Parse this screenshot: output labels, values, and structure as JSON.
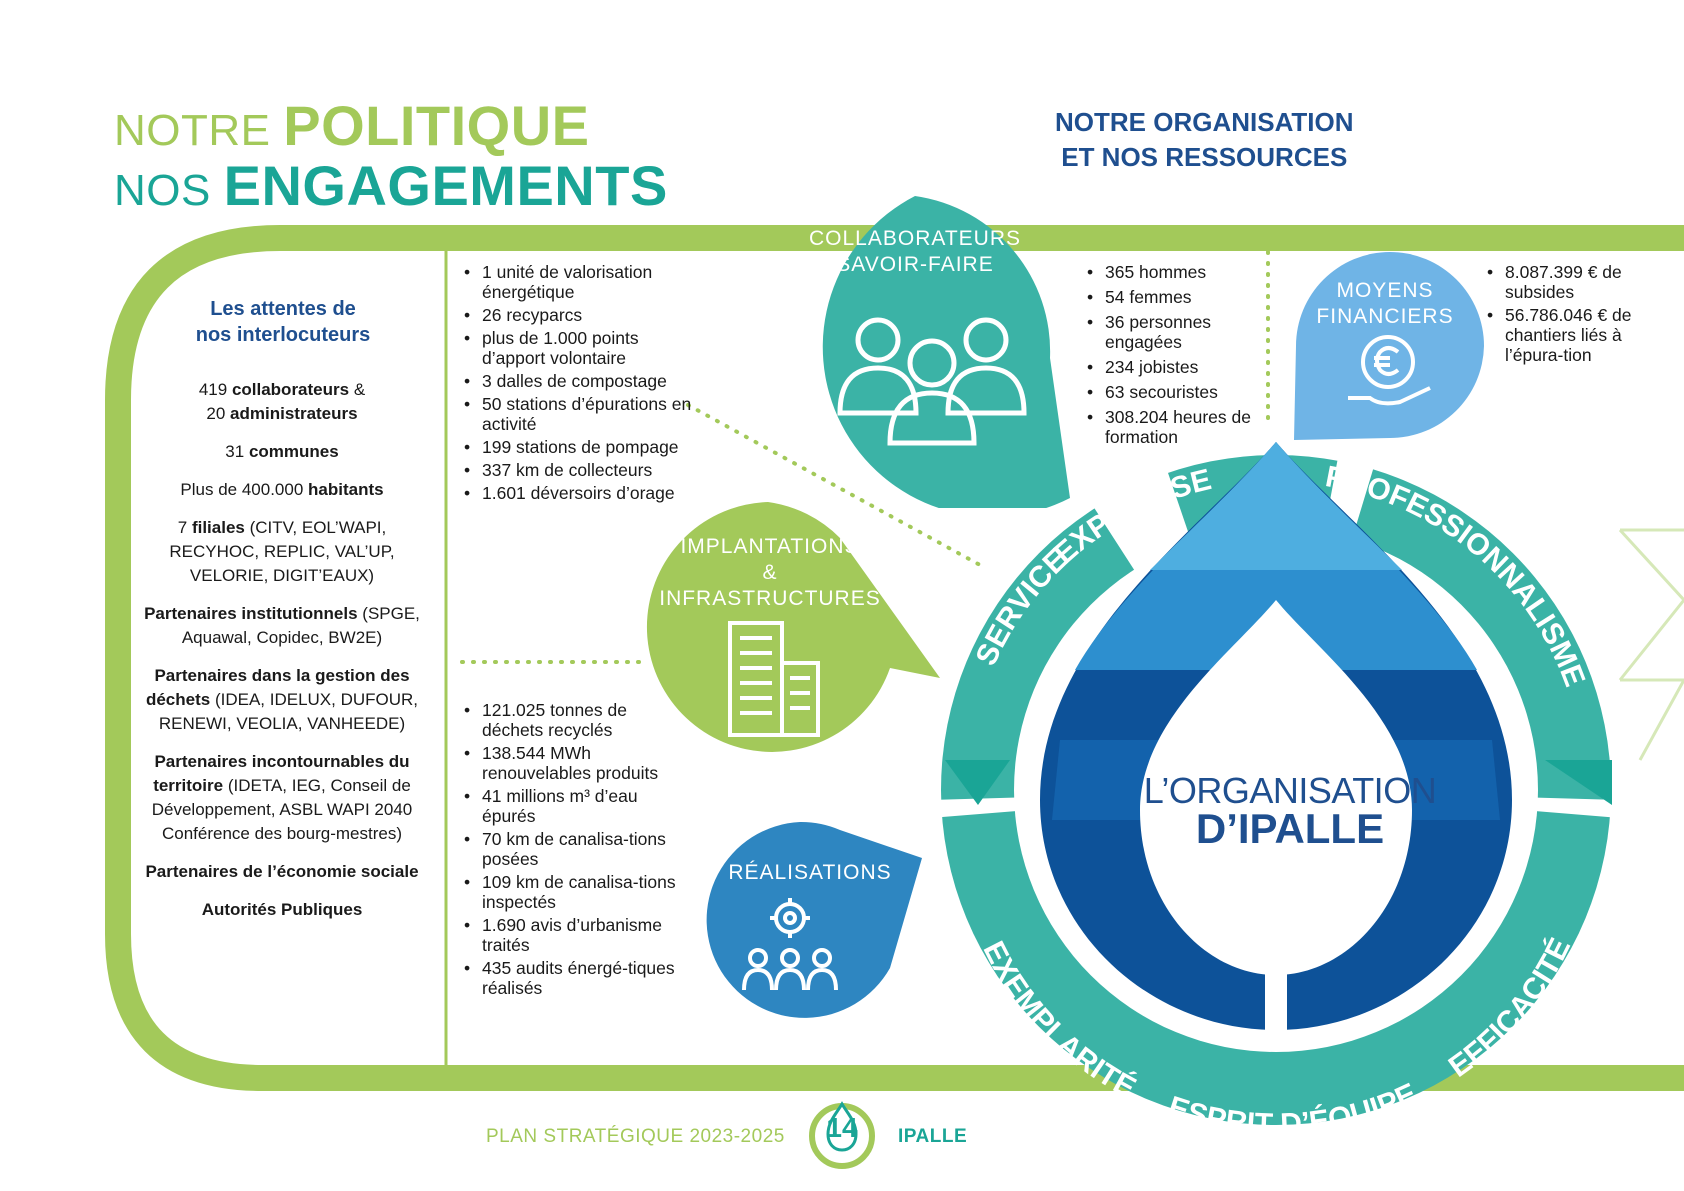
{
  "header": {
    "line1_light": "NOTRE",
    "line1_bold": "POLITIQUE",
    "line2_light": "NOS",
    "line2_bold": "ENGAGEMENTS",
    "org_line1": "NOTRE ORGANISATION",
    "org_line2": "ET NOS RESSOURCES"
  },
  "stakeholders": {
    "title_line1": "Les attentes de",
    "title_line2": "nos interlocuteurs",
    "items": [
      {
        "pre": "419 ",
        "bold": "collaborateurs",
        "post": " &"
      },
      {
        "pre": "20 ",
        "bold": "administrateurs",
        "post": ""
      },
      {
        "pre": "31 ",
        "bold": "communes",
        "post": ""
      },
      {
        "pre": "Plus de 400.000 ",
        "bold": "habitants",
        "post": ""
      },
      {
        "pre": "7 ",
        "bold": "filiales",
        "post": " (CITV, EOL’WAPI, RECYHOC, REPLIC, VAL’UP, VELORIE, DIGIT’EAUX)"
      },
      {
        "pre": "",
        "bold": "Partenaires institutionnels",
        "post": " (SPGE, Aquawal, Copidec, BW2E)"
      },
      {
        "pre": "",
        "bold": "Partenaires dans la gestion des déchets",
        "post": " (IDEA, IDELUX, DUFOUR, RENEWI, VEOLIA, VANHEEDE)"
      },
      {
        "pre": "",
        "bold": "Partenaires incontournables du territoire",
        "post": " (IDETA, IEG, Conseil de Développement, ASBL WAPI 2040 Conférence des bourg-mestres)"
      },
      {
        "pre": "",
        "bold": "Partenaires de l’économie sociale",
        "post": ""
      },
      {
        "pre": "",
        "bold": "Autorités Publiques",
        "post": ""
      }
    ]
  },
  "infrastructures": {
    "label_line1": "IMPLANTATIONS",
    "label_line2": "&",
    "label_line3": "INFRASTRUCTURES",
    "items": [
      "1 unité de valorisation énergétique",
      "26 recyparcs",
      "plus de 1.000 points d’apport volontaire",
      "3 dalles de compostage",
      "50 stations d’épurations en activité",
      "199 stations de pompage",
      "337 km de collecteurs",
      "1.601 déversoirs d’orage"
    ]
  },
  "realisations": {
    "label": "RÉALISATIONS",
    "items": [
      "121.025 tonnes de déchets recyclés",
      "138.544 MWh renouvelables produits",
      "41 millions m³ d’eau épurés",
      "70 km de canalisa-tions posées",
      "109 km de canalisa-tions inspectés",
      "1.690 avis d’urbanisme traités",
      "435 audits énergé-tiques réalisés"
    ]
  },
  "collaborateurs": {
    "label_line1": "COLLABORATEURS",
    "label_line2": "SAVOIR-FAIRE",
    "items": [
      "365 hommes",
      "54 femmes",
      "36 personnes engagées",
      "234 jobistes",
      "63 secouristes",
      "308.204 heures de formation"
    ]
  },
  "moyens": {
    "label_line1": "MOYENS",
    "label_line2": "FINANCIERS",
    "items": [
      "8.087.399 € de subsides",
      "56.786.046 € de chantiers liés à l’épura-tion"
    ]
  },
  "center": {
    "line1": "L’ORGANISATION",
    "line2": "D’IPALLE"
  },
  "values": {
    "service": "SERVICE",
    "expertise": "EXPERTISE",
    "professionnalisme": "PROFESSIONNALISME",
    "exemplarite": "EXEMPLARITÉ",
    "esprit": "ESPRIT D’ÉQUIPE",
    "efficacite": "EFFICACITÉ"
  },
  "footer": {
    "left": "PLAN STRATÉGIQUE 2023-2025",
    "page": "14",
    "right": "IPALLE"
  },
  "colors": {
    "green": "#a3c95a",
    "teal": "#1aa596",
    "navy": "#1f4f8f",
    "blue": "#2e86c1",
    "light_blue": "#6fb4e6"
  }
}
